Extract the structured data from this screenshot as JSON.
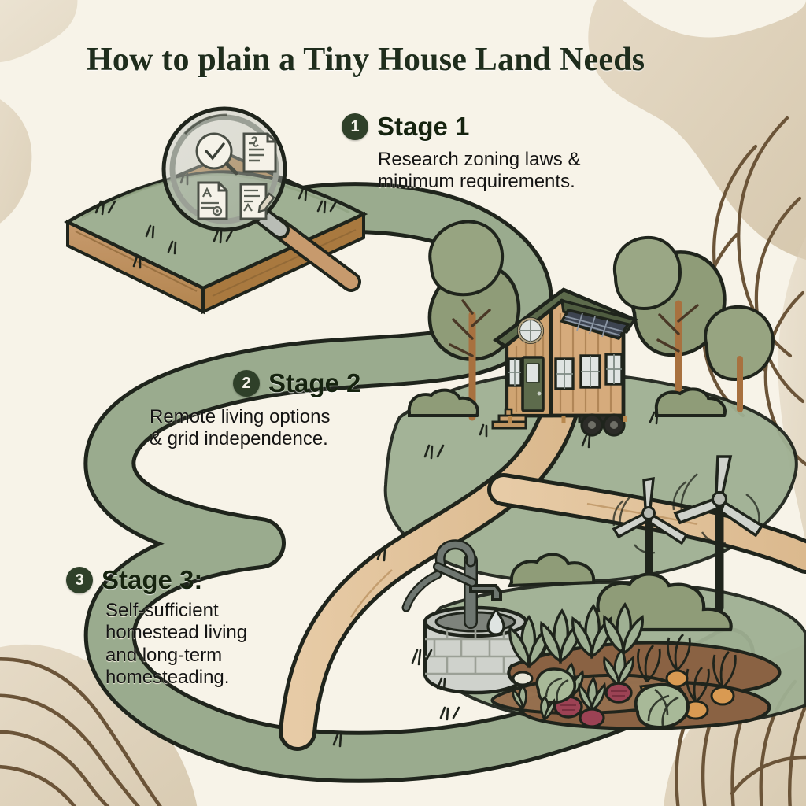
{
  "poster": {
    "title": "How to plain a Tiny House Land Needs",
    "background_color": "#f7f3e8",
    "accent_color": "#2f4029",
    "path_green": "#9aab8e",
    "path_sand": "#e3c49f",
    "foliage_green": "#8f9c78",
    "ink_color": "#1c1c18",
    "border_beige": "#ded2bd"
  },
  "stages": [
    {
      "number": "1",
      "title": "Stage 1",
      "body": "Research zoning laws &\nminimum requirements.",
      "body_lines": [
        "Research zoning laws &",
        "minimum requirements."
      ],
      "illustration": "land-plot-with-magnifier-and-documents"
    },
    {
      "number": "2",
      "title": "Stage 2",
      "body": "Remote living options\n& grid independence.",
      "body_lines": [
        "Remote living options",
        "& grid independence."
      ],
      "illustration": "tiny-house-on-wheels-with-solar-panel-and-trees"
    },
    {
      "number": "3",
      "title": "Stage 3:",
      "body": "Self-sufficient\nhomestead living\nand long-term\nhomesteading.",
      "body_lines": [
        "Self-sufficient",
        "homestead living",
        "and long-term",
        "homesteading."
      ],
      "illustration": "hand-water-pump-well-wind-turbines-vegetable-garden"
    }
  ],
  "illustration_elements": [
    {
      "name": "land-plot-icon",
      "label": "grass and soil land parcel"
    },
    {
      "name": "magnifying-glass-icon",
      "label": "magnifier inspecting permit documents"
    },
    {
      "name": "checkmark-document-icon",
      "label": "approved check"
    },
    {
      "name": "legal-document-icon",
      "label": "zoning statute page"
    },
    {
      "name": "certificate-document-icon",
      "label": "stamped certificate"
    },
    {
      "name": "signature-document-icon",
      "label": "document with pencil"
    },
    {
      "name": "winding-path",
      "label": "sage green winding trail"
    },
    {
      "name": "dirt-driveway",
      "label": "sand colored branching driveway"
    },
    {
      "name": "tiny-house-icon",
      "label": "tiny house on trailer wheels"
    },
    {
      "name": "solar-panel-icon",
      "label": "roof mounted solar array"
    },
    {
      "name": "round-window-icon",
      "label": "gable porthole window"
    },
    {
      "name": "tree-icon",
      "label": "deciduous tree"
    },
    {
      "name": "wind-turbine-icon",
      "label": "three blade wind turbine"
    },
    {
      "name": "water-pump-icon",
      "label": "cast iron hand pump"
    },
    {
      "name": "stone-well-icon",
      "label": "brick well ring"
    },
    {
      "name": "water-droplet-icon",
      "label": "falling water drop"
    },
    {
      "name": "vegetable-garden-icon",
      "label": "raised rows of beets carrots and cabbage"
    },
    {
      "name": "leaf-line-decoration",
      "label": "brown leaf outline flourish"
    },
    {
      "name": "wave-line-decoration",
      "label": "brown wavy contour lines"
    },
    {
      "name": "grass-blade-decoration",
      "label": "tall grass outline flourish"
    }
  ]
}
